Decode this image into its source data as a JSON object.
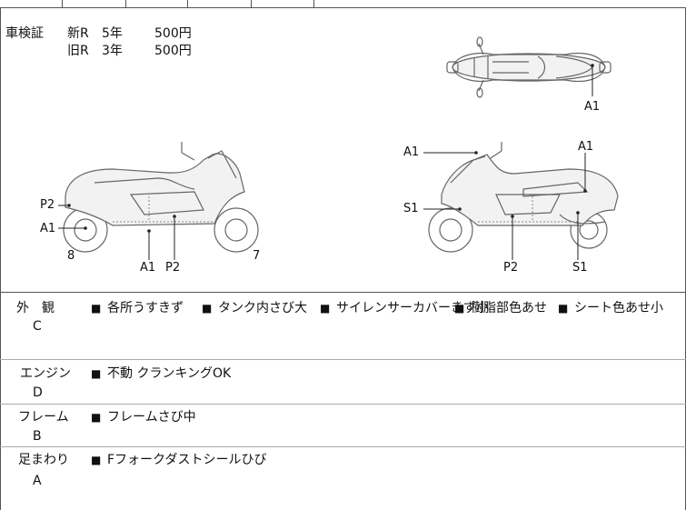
{
  "inspection": {
    "label": "車検証",
    "rows": [
      {
        "type": "新R",
        "years": "5年",
        "price": "500円"
      },
      {
        "type": "旧R",
        "years": "3年",
        "price": "500円"
      }
    ]
  },
  "diagram": {
    "top_view_labels": [
      "A1"
    ],
    "left_view_labels": [
      "P2",
      "A1",
      "8",
      "A1",
      "P2",
      "7"
    ],
    "right_view_labels": [
      "A1",
      "A1",
      "S1",
      "P2",
      "S1"
    ]
  },
  "sections": [
    {
      "name": "外　観",
      "grade": "C",
      "items": [
        "各所うすきず",
        "タンク内さび大",
        "サイレンサーカバーきず小",
        "樹脂部色あせ",
        "シート色あせ小"
      ]
    },
    {
      "name": "エンジン",
      "grade": "D",
      "items": [
        "不動 クランキングOK"
      ]
    },
    {
      "name": "フレーム",
      "grade": "B",
      "items": [
        "フレームさび中"
      ]
    },
    {
      "name": "足まわり",
      "grade": "A",
      "items": [
        "Fフォークダストシールひび"
      ]
    }
  ],
  "bullet": "■"
}
